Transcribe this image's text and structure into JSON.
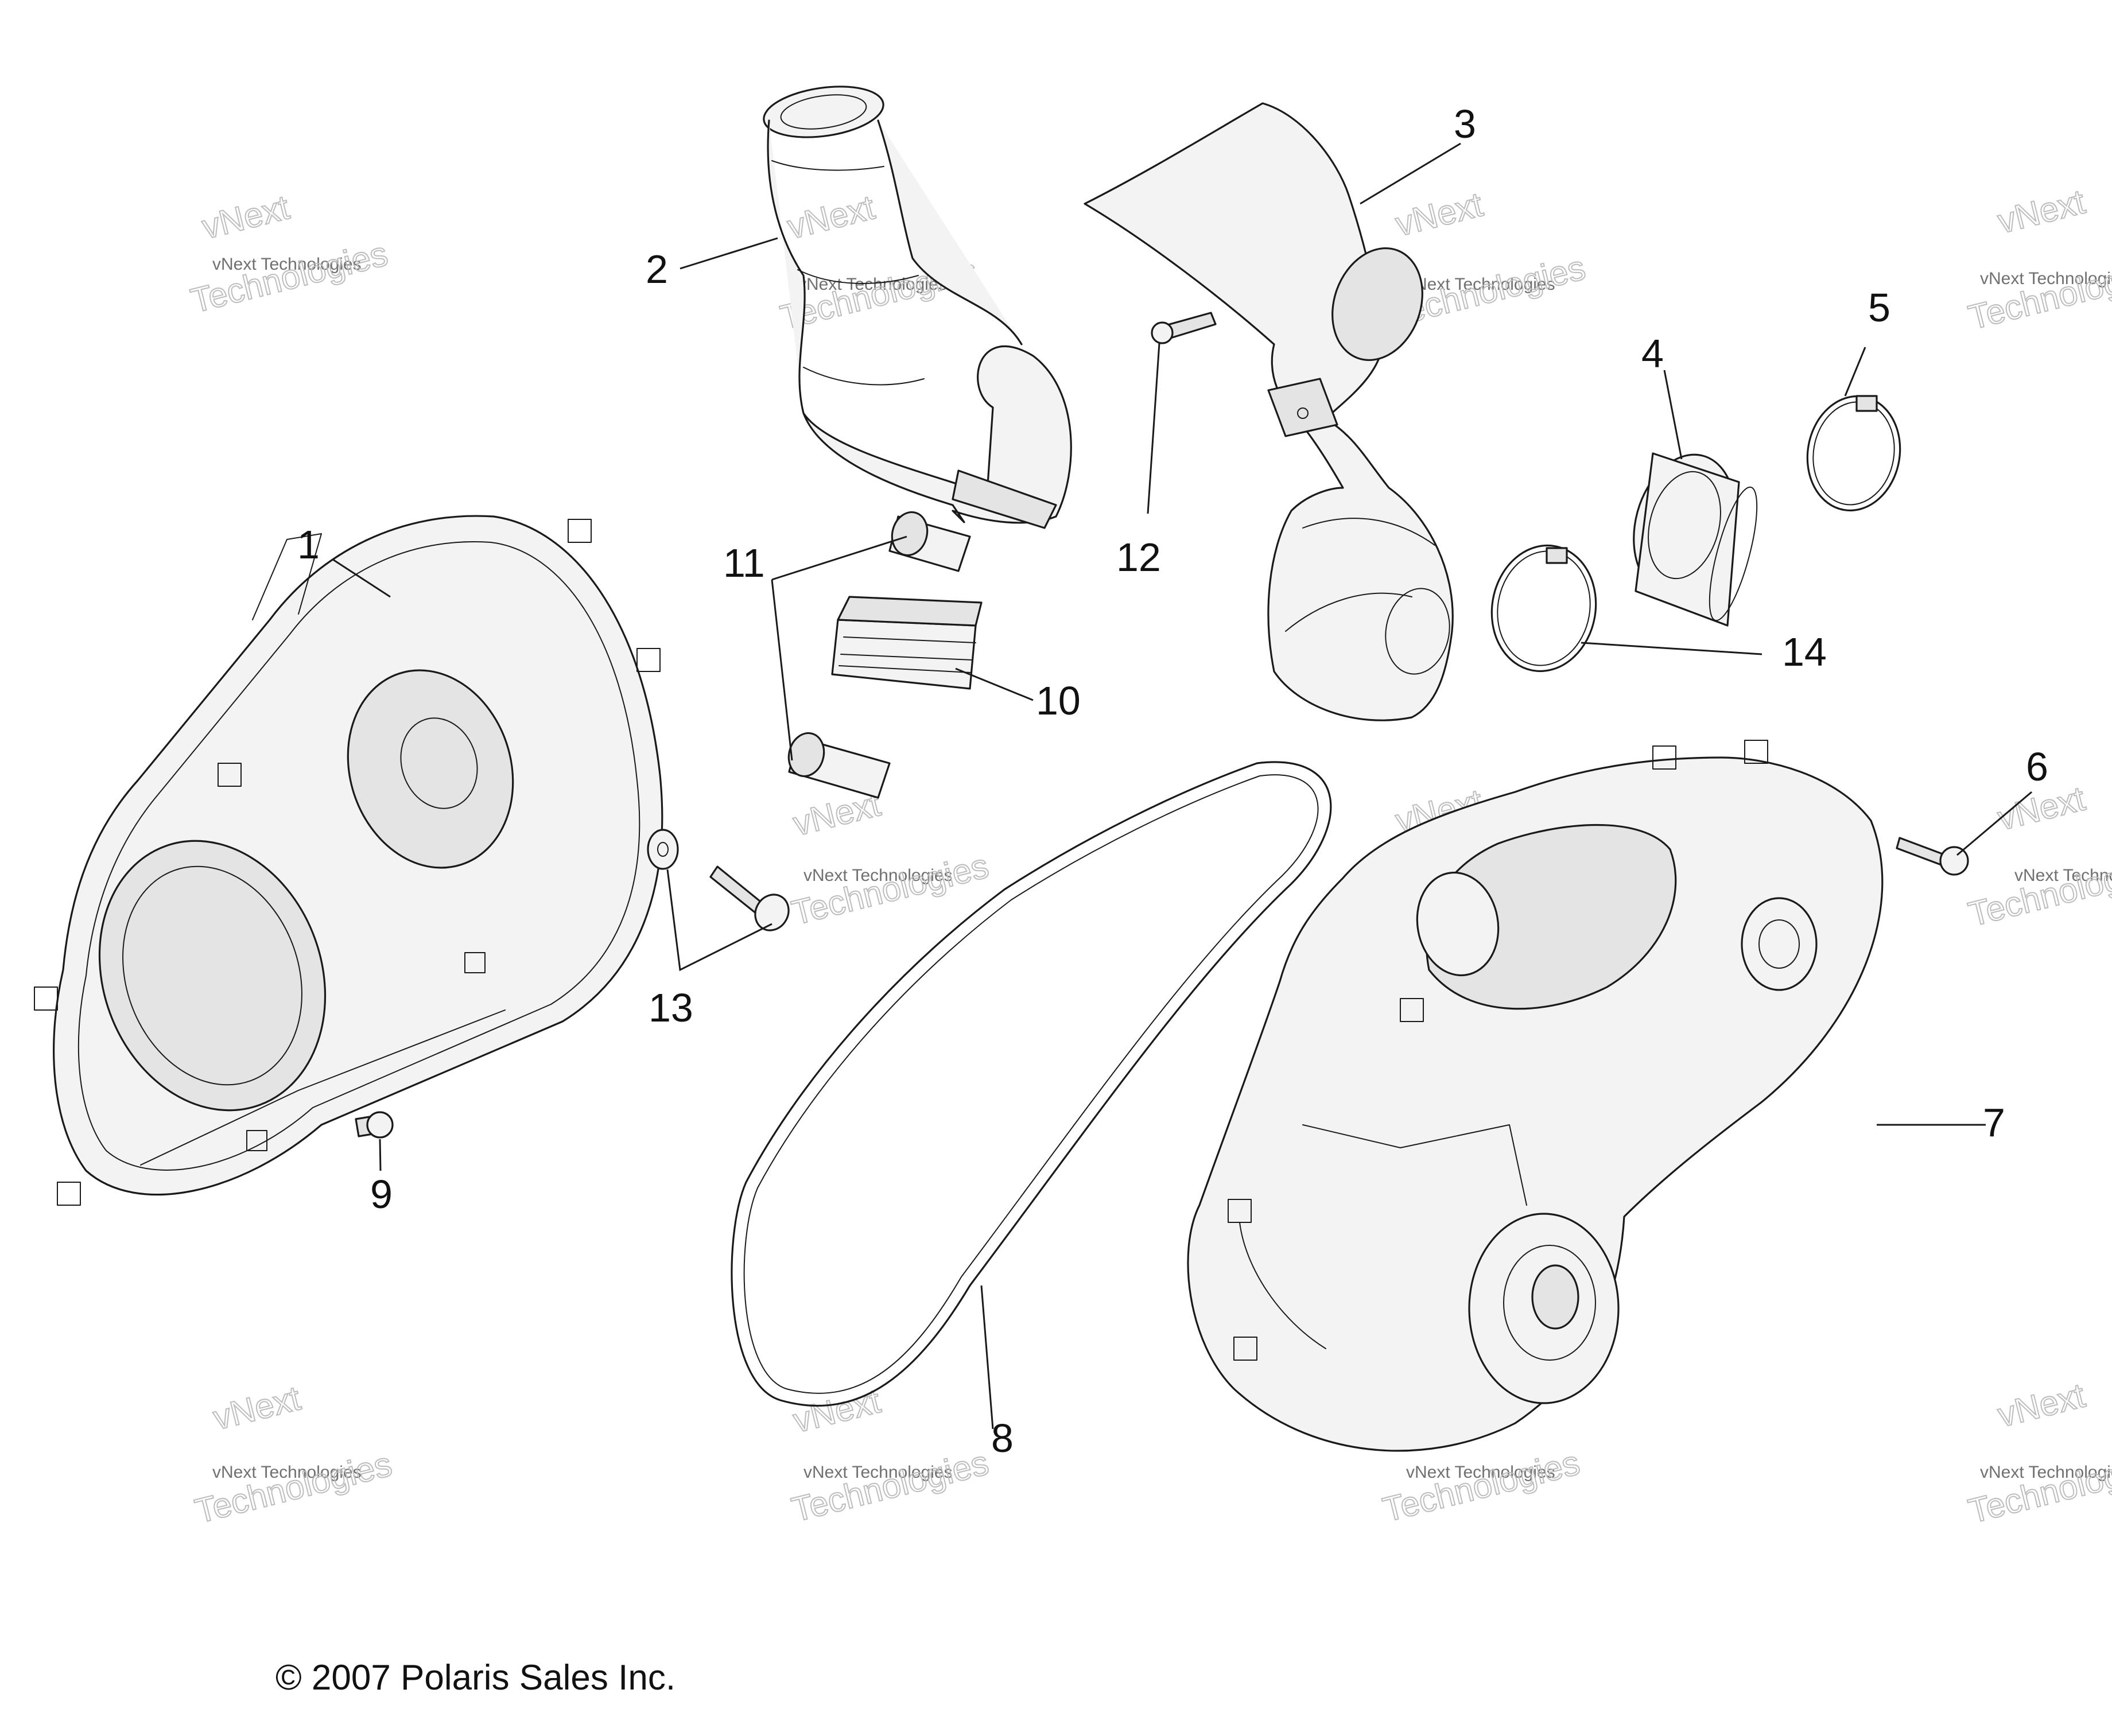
{
  "callouts": [
    "1",
    "2",
    "3",
    "4",
    "5",
    "6",
    "7",
    "8",
    "9",
    "10",
    "11",
    "12",
    "13",
    "14"
  ],
  "watermark": {
    "company": "vNext Technologies",
    "brand": "vNext",
    "sub": "Technologies"
  },
  "copyright": "© 2007 Polaris Sales Inc.",
  "colors": {
    "line": "#1a1a1a",
    "watermark": "#bdbdbd",
    "background": "#ffffff"
  }
}
